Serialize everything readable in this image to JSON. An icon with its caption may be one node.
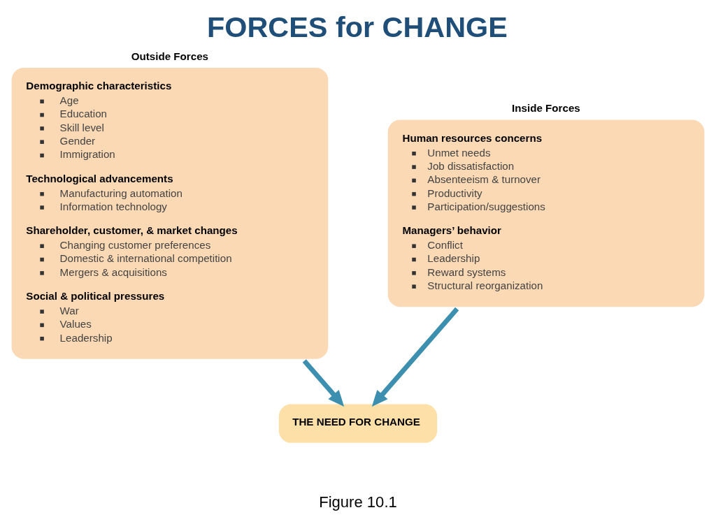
{
  "diagram": {
    "title": "FORCES for CHANGE",
    "caption": "Figure 10.1",
    "nodes": [
      {
        "text": [
          "Outside Forces",
          "Demographic characteristics",
          "Age",
          "Education",
          "Skill level",
          "Gender",
          "Immigration",
          "Technological advancements",
          "Manufacturing automation",
          "Information technology",
          "Shareholder, customer, & market changes",
          "Changing customer preferences",
          "Domestic & international competition",
          "Mergers & acquisitions",
          "Social & political pressures",
          "War",
          "Values",
          "Leadership"
        ]
      },
      {
        "text": [
          "Inside Forces",
          "Human resources concerns",
          "Unmet needs",
          "Job dissatisfaction",
          "Absenteeism & turnover",
          "Productivity",
          "Participation/suggestions",
          "Managers’ behavior",
          "Conflict",
          "Leadership",
          "Reward systems",
          "Structural reorganization"
        ]
      },
      {
        "text": [
          "THE NEED FOR CHANGE"
        ]
      }
    ],
    "edges": [
      {
        "from": 0,
        "to": 2,
        "arrow": "to"
      },
      {
        "from": 1,
        "to": 2,
        "arrow": "to"
      }
    ]
  }
}
